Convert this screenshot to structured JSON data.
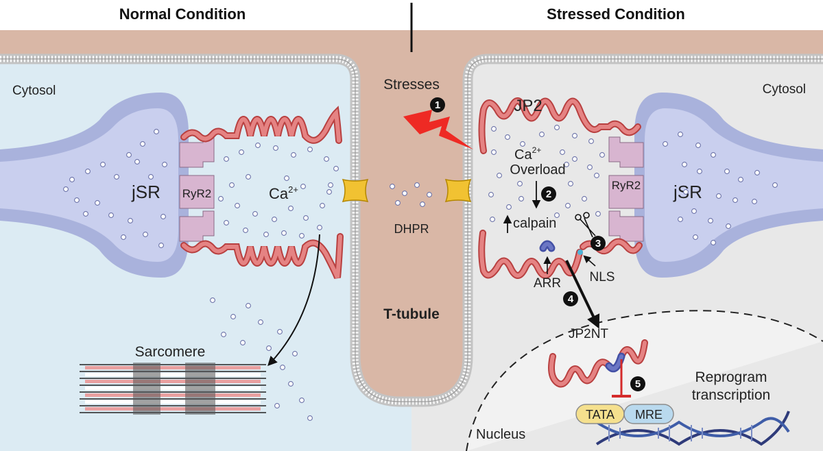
{
  "headers": {
    "left": "Normal Condition",
    "right": "Stressed Condition"
  },
  "left_panel": {
    "cytosol": "Cytosol",
    "jsr": "jSR",
    "ryr2": "RyR2",
    "calcium_base": "Ca",
    "calcium_sup": "2+",
    "sarcomere": "Sarcomere"
  },
  "center": {
    "stresses": "Stresses",
    "dhpr": "DHPR",
    "ttubule": "T-tubule"
  },
  "right_panel": {
    "cytosol": "Cytosol",
    "jp2": "JP2",
    "jsr": "jSR",
    "ryr2": "RyR2",
    "calcium_base": "Ca",
    "calcium_sup": "2+",
    "overload": "Overload",
    "calpain": "calpain",
    "arr": "ARR",
    "nls": "NLS",
    "jp2nt": "JP2NT",
    "tata": "TATA",
    "mre": "MRE",
    "reprogram_line1": "Reprogram",
    "reprogram_line2": "transcription",
    "nucleus": "Nucleus"
  },
  "steps": [
    "1",
    "2",
    "3",
    "4",
    "5"
  ],
  "colors": {
    "membrane_tan": "#d9b7a6",
    "left_bg": "#dcebf3",
    "right_bg": "#e8e8e8",
    "sr_blue": "#a9b2dc",
    "sr_outline": "#8d96c9",
    "ryr2": "#d8b5d0",
    "jp2_red": "#d85e5e",
    "dhpr": "#f1c232",
    "lightning": "#ee2a24",
    "inhibit_red": "#d42a2a",
    "tata": "#f5e08e",
    "mre": "#b9d9ee"
  },
  "icons": [
    "lightning-icon",
    "scissors-icon",
    "dna-icon"
  ]
}
